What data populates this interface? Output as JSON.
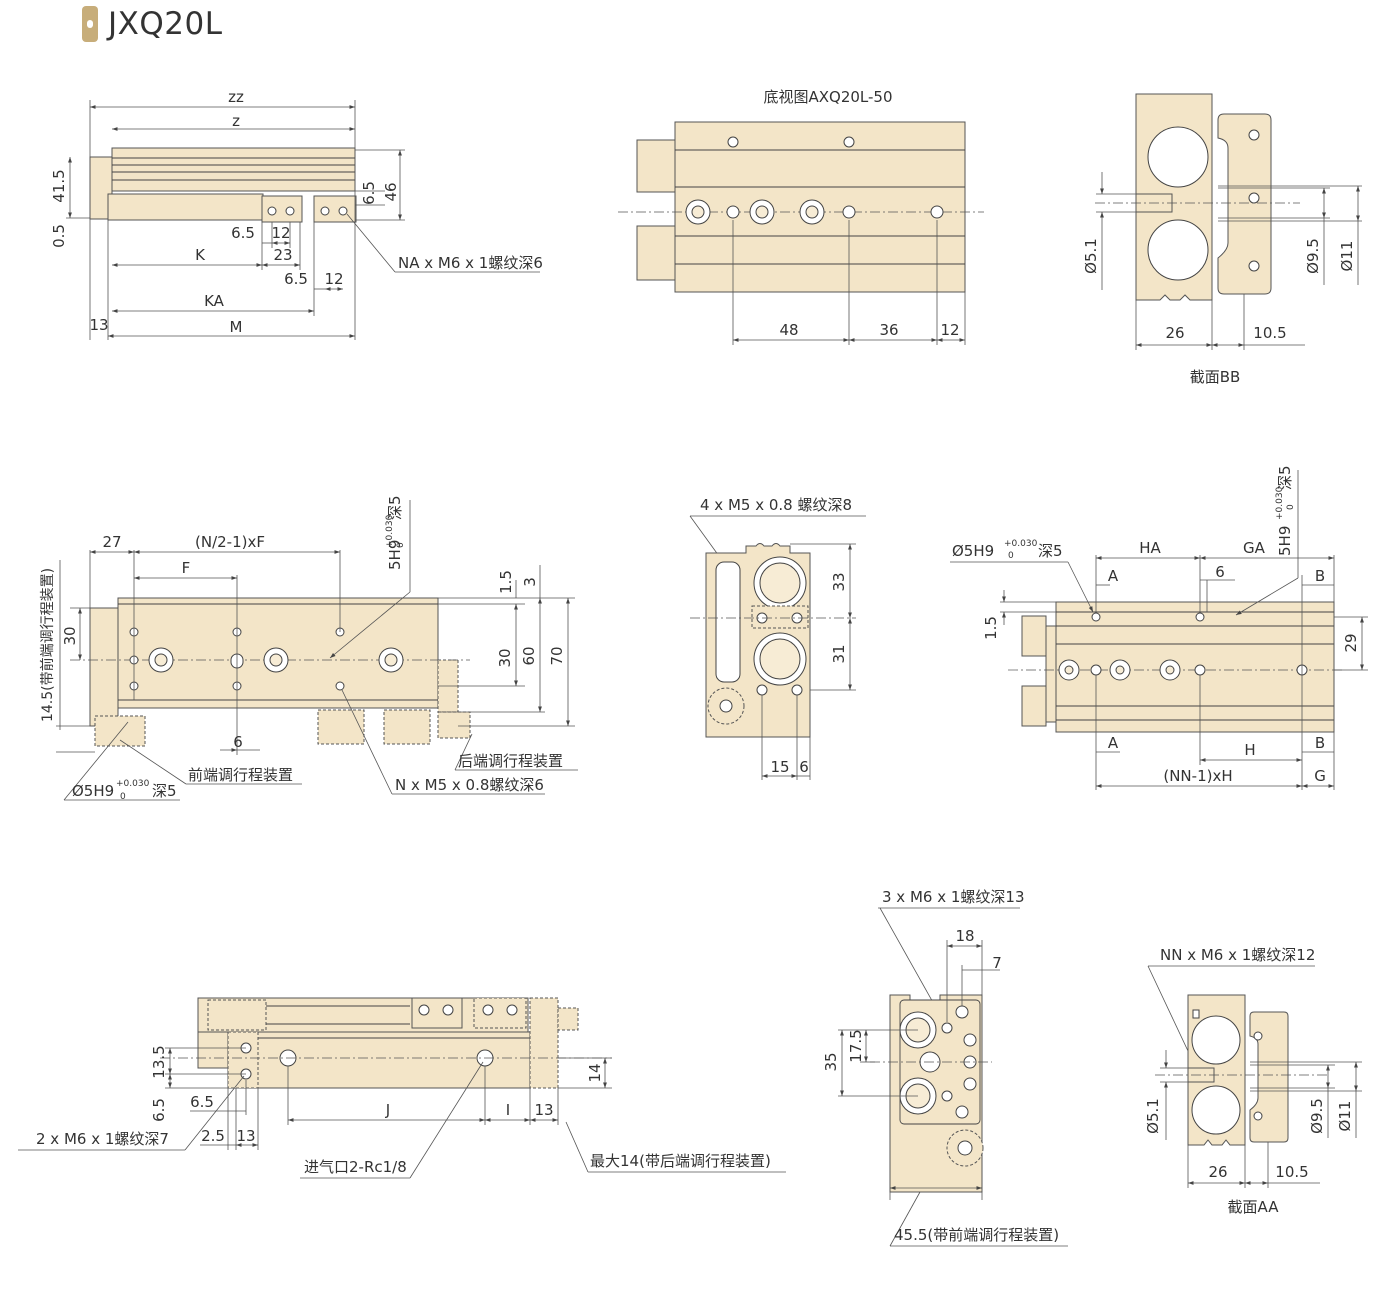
{
  "title": "JXQ20L",
  "colors": {
    "body_fill": "#f3e5c8",
    "line": "#444444",
    "accent": "#c7ad7a"
  },
  "view_side": {
    "dims": {
      "zz": "zz",
      "z": "z",
      "h41": "41.5",
      "h05": "0.5",
      "d65a": "6.5",
      "d12a": "12",
      "d23": "23",
      "d65b": "6.5",
      "d12b": "12",
      "d65v": "6.5",
      "d46": "46",
      "K": "K",
      "KA": "KA",
      "M": "M",
      "d13": "13"
    },
    "callout": "NA x M6 x 1螺纹深6"
  },
  "view_bottom": {
    "caption": "底视图AXQ20L-50",
    "dims": {
      "d48": "48",
      "d36": "36",
      "d12": "12"
    }
  },
  "view_section_bb": {
    "caption": "截面BB",
    "dims": {
      "phi51": "Ø5.1",
      "phi95": "Ø9.5",
      "phi11": "Ø11",
      "d26": "26",
      "d105": "10.5"
    }
  },
  "view_top": {
    "dims": {
      "d27": "27",
      "nf": "(N/2-1)xF",
      "F": "F",
      "h30a": "30",
      "h145": "14.5(带前端调行程装置)",
      "d6": "6",
      "d15": "1.5",
      "d3": "3",
      "d30": "30",
      "d60": "60",
      "d70": "70",
      "pin_main": "5H9",
      "pin_tol_up": "+0.030",
      "pin_tol_dn": "0",
      "pin_depth": "深5"
    },
    "callouts": {
      "front_adj": "前端调行程装置",
      "rear_adj": "后端调行程装置",
      "pin_front": "Ø5H9",
      "pin_front_depth": "深5",
      "thread": "N x M5 x 0.8螺纹深6"
    }
  },
  "view_end": {
    "callout": "4 x M5 x 0.8 螺纹深8",
    "dims": {
      "d33": "33",
      "d31": "31",
      "d15": "15",
      "d6": "6"
    }
  },
  "view_slide_top": {
    "dims": {
      "HA": "HA",
      "GA": "GA",
      "A1": "A",
      "B1": "B",
      "d6": "6",
      "d15": "1.5",
      "d29": "29",
      "A2": "A",
      "H": "H",
      "B2": "B",
      "nnh": "(NN-1)xH",
      "G": "G"
    },
    "pin_left": {
      "main": "Ø5H9",
      "up": "+0.030",
      "dn": "0",
      "depth": "深5"
    },
    "pin_right": {
      "main": "5H9",
      "up": "+0.030",
      "dn": "0",
      "depth": "深5"
    }
  },
  "view_front": {
    "dims": {
      "d135": "13.5",
      "d65": "6.5",
      "d65h": "6.5",
      "d25": "2.5",
      "d13a": "13",
      "J": "J",
      "I": "I",
      "d13b": "13",
      "d14": "14"
    },
    "callouts": {
      "thread": "2 x M6 x 1螺纹深7",
      "port": "进气口2-Rc1/8",
      "max": "最大14(带后端调行程装置)"
    }
  },
  "view_end2": {
    "callouts": {
      "thread": "3 x M6 x 1螺纹深13",
      "width": "45.5(带前端调行程装置)"
    },
    "dims": {
      "d18": "18",
      "d7": "7",
      "d175": "17.5",
      "d35": "35"
    }
  },
  "view_section_aa": {
    "caption": "截面AA",
    "callout": "NN x M6 x 1螺纹深12",
    "dims": {
      "phi51": "Ø5.1",
      "phi95": "Ø9.5",
      "phi11": "Ø11",
      "d26": "26",
      "d105": "10.5"
    }
  }
}
